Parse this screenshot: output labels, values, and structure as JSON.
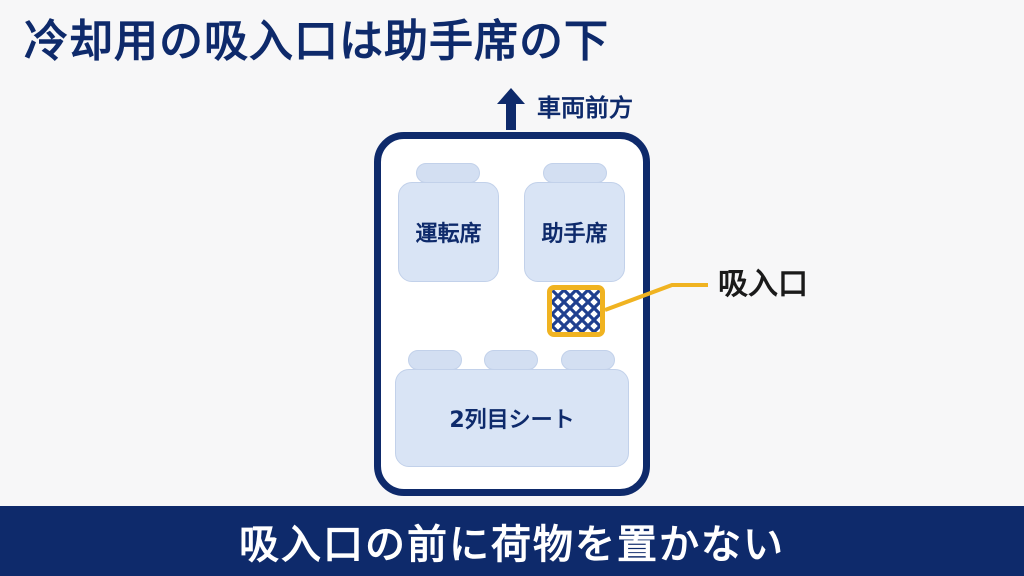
{
  "title": "冷却用の吸入口は助手席の下",
  "front_label": "車両前方",
  "seats": {
    "driver": "運転席",
    "passenger": "助手席",
    "second_row": "2列目シート"
  },
  "inlet_label": "吸入口",
  "banner": "吸入口の前に荷物を置かない",
  "colors": {
    "navy": "#0e2a6b",
    "seat": "#d9e4f5",
    "accent": "#f0b321"
  }
}
